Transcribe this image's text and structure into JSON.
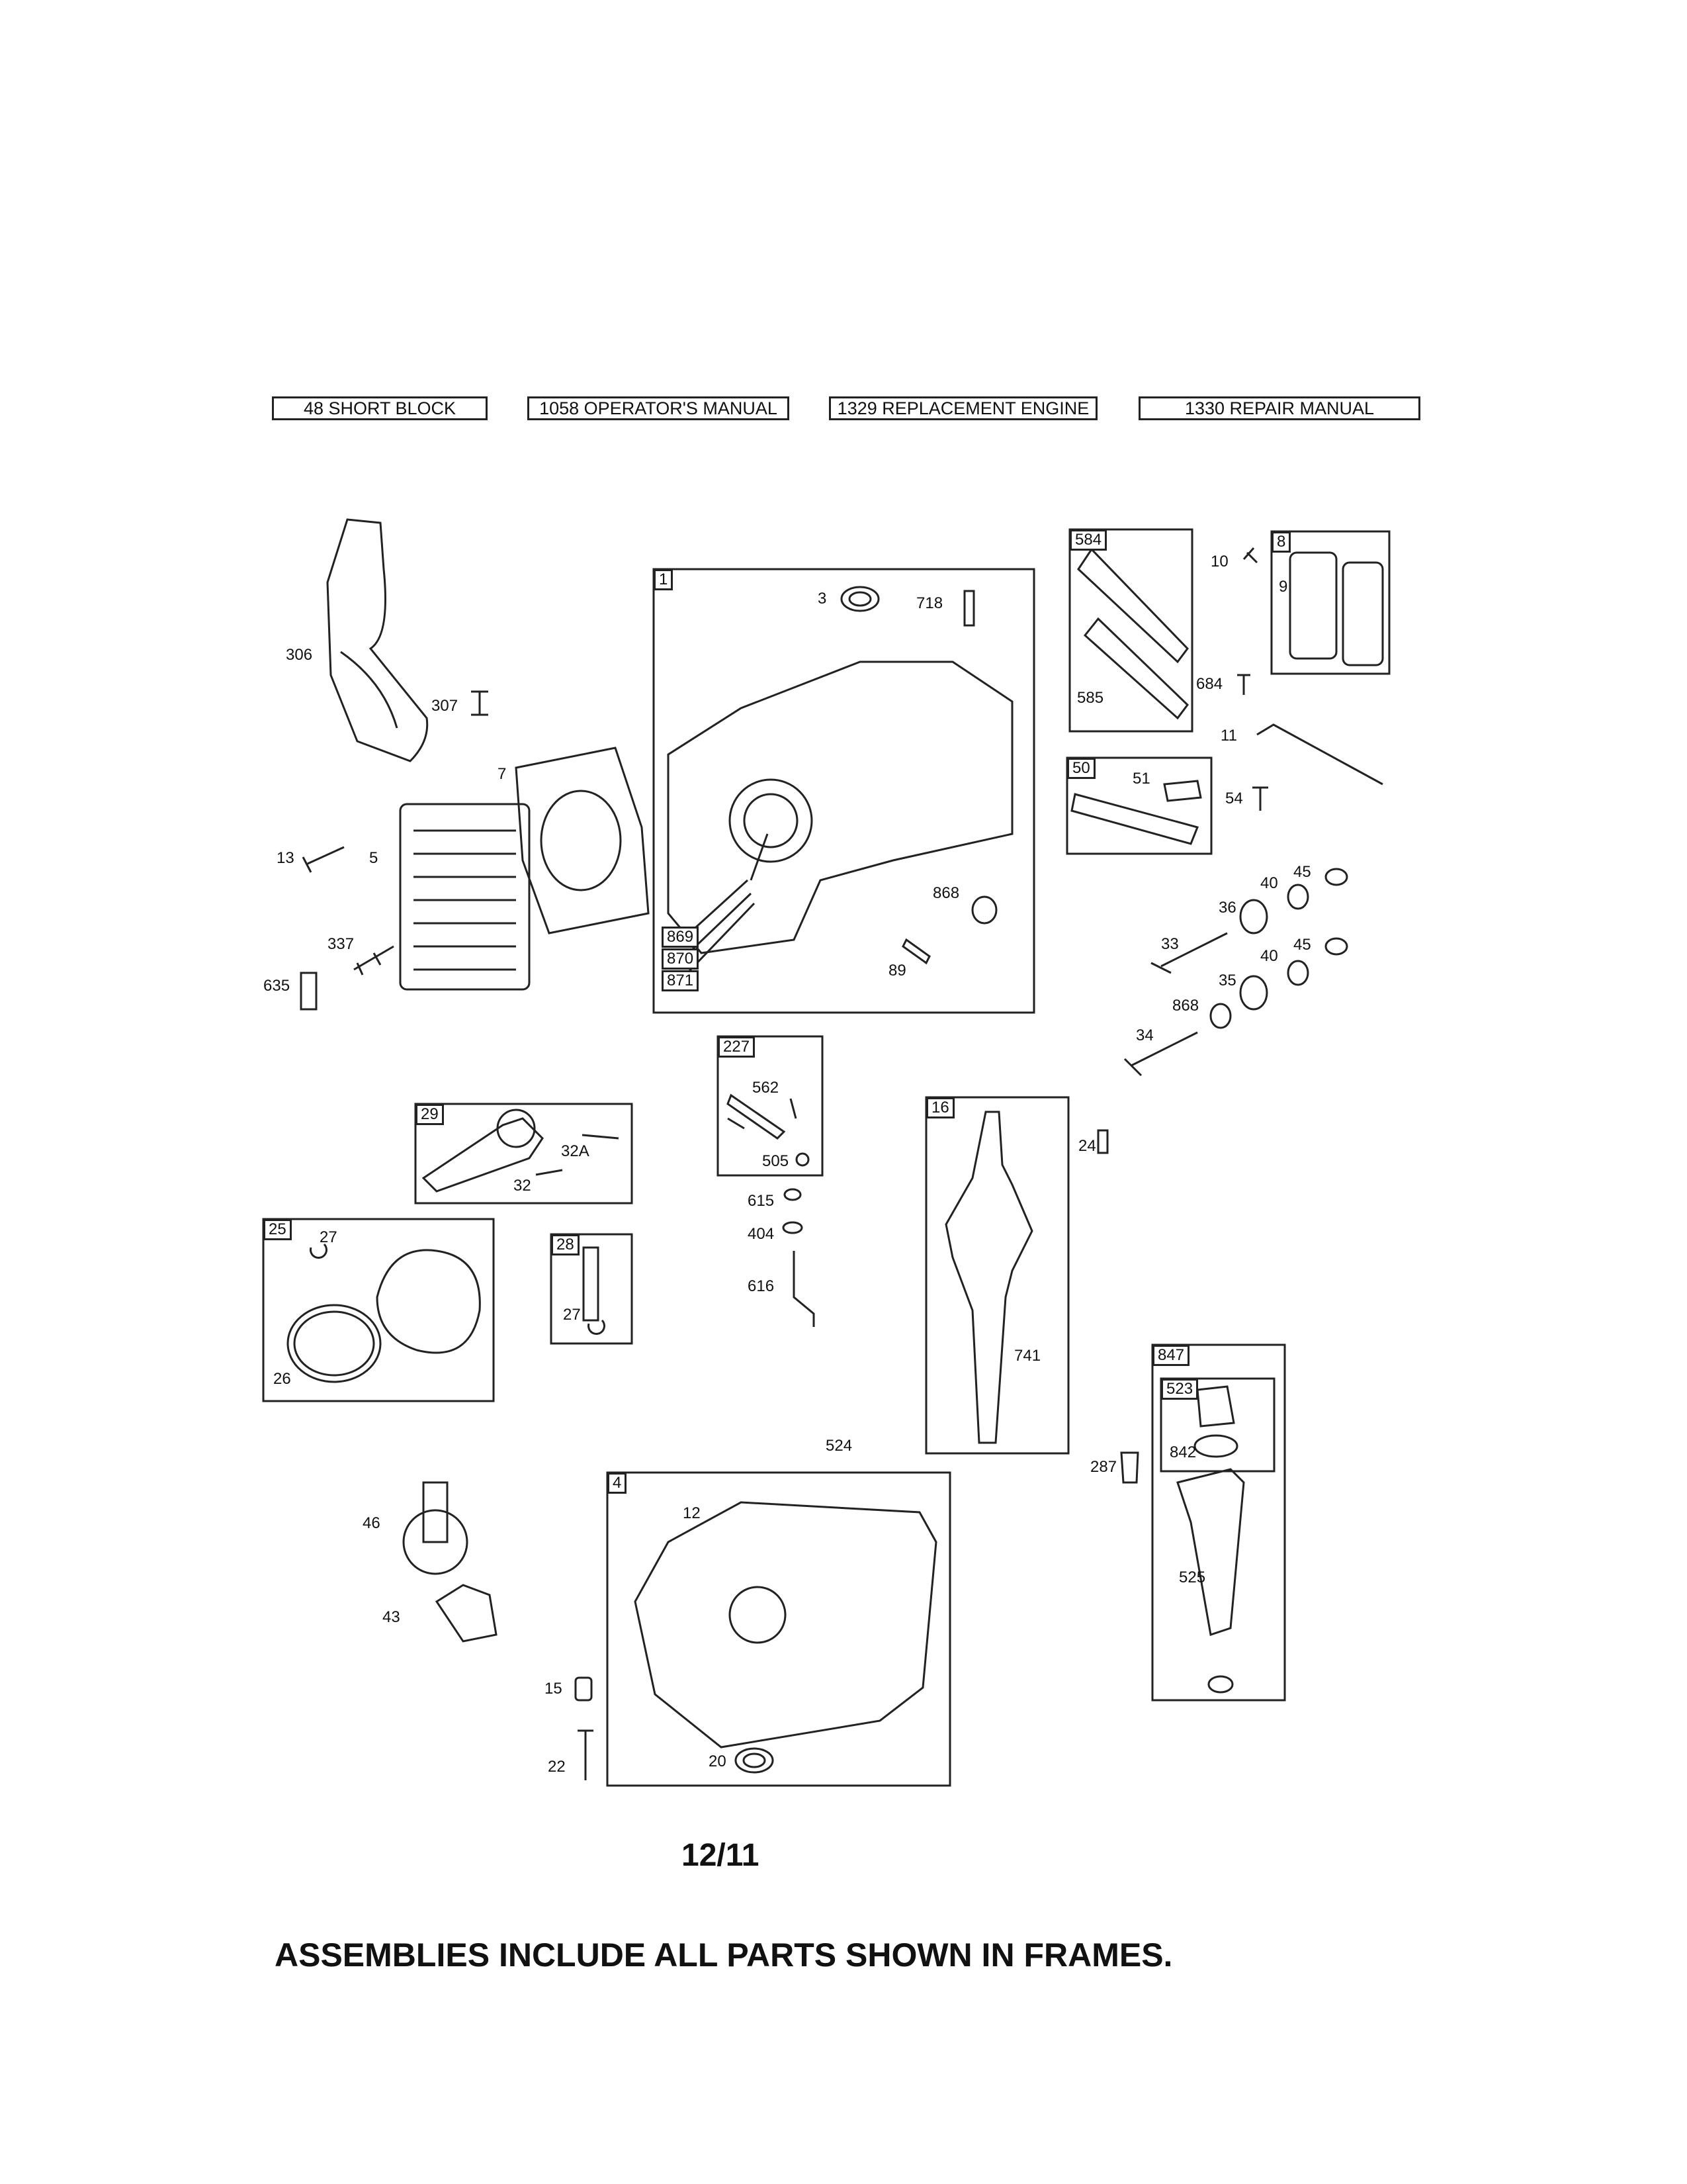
{
  "header_buttons": [
    "48 SHORT BLOCK",
    "1058 OPERATOR'S MANUAL",
    "1329 REPLACEMENT ENGINE",
    "1330 REPAIR MANUAL"
  ],
  "frames": {
    "f1": "1",
    "f584": "584",
    "f8": "8",
    "f50": "50",
    "f227": "227",
    "f29": "29",
    "f25": "25",
    "f28": "28",
    "f16": "16",
    "f847": "847",
    "f523": "523",
    "f4": "4",
    "f869": "869",
    "f870": "870",
    "f871": "871"
  },
  "labels": {
    "l306": "306",
    "l307": "307",
    "l7": "7",
    "l13": "13",
    "l5": "5",
    "l337": "337",
    "l635": "635",
    "l3": "3",
    "l718": "718",
    "l868a": "868",
    "l89": "89",
    "l10": "10",
    "l9": "9",
    "l684": "684",
    "l585": "585",
    "l11": "11",
    "l51": "51",
    "l54": "54",
    "l40a": "40",
    "l45a": "45",
    "l36": "36",
    "l33": "33",
    "l40b": "40",
    "l45b": "45",
    "l35": "35",
    "l868b": "868",
    "l34": "34",
    "l562": "562",
    "l505": "505",
    "l32a": "32A",
    "l32": "32",
    "l27a": "27",
    "l26": "26",
    "l27b": "27",
    "l615": "615",
    "l404": "404",
    "l616": "616",
    "l24": "24",
    "l741": "741",
    "l524": "524",
    "l287": "287",
    "l842": "842",
    "l525": "525",
    "l12": "12",
    "l46": "46",
    "l43": "43",
    "l15": "15",
    "l22": "22",
    "l20": "20"
  },
  "footer": {
    "date": "12/11",
    "note": "ASSEMBLIES INCLUDE ALL PARTS SHOWN IN FRAMES."
  }
}
